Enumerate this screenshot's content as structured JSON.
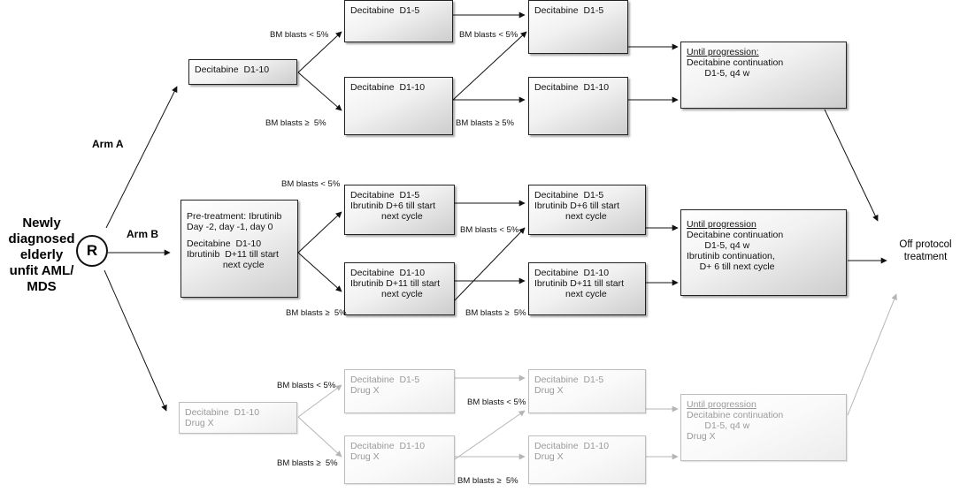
{
  "population": [
    "Newly",
    "diagnosed",
    "elderly",
    "unfit AML/",
    "MDS"
  ],
  "randomize": "R",
  "arms": {
    "a": "Arm A",
    "b": "Arm B"
  },
  "off_protocol": [
    "Off protocol",
    "treatment"
  ],
  "boxes": {
    "a_start": [
      "Decitabine  D1-10"
    ],
    "a_r1_lo": [
      "Decitabine  D1-5"
    ],
    "a_r1_hi": [
      "Decitabine  D1-10"
    ],
    "a_r2_lo": [
      "Decitabine  D1-5"
    ],
    "a_r2_hi": [
      "Decitabine  D1-10"
    ],
    "a_final": [
      "Until progression:",
      "Decitabine continuation",
      "       D1-5, q4 w"
    ],
    "b_start": [
      "Pre-treatment: Ibrutinib",
      "Day -2, day -1, day 0",
      "",
      "Decitabine  D1-10",
      "Ibrutinib  D+11 till start",
      "              next cycle"
    ],
    "b_r1_lo": [
      "Decitabine  D1-5",
      "Ibrutinib D+6 till start",
      "            next cycle"
    ],
    "b_r1_hi": [
      "Decitabine  D1-10",
      "Ibrutinib D+11 till start",
      "            next cycle"
    ],
    "b_r2_lo": [
      "Decitabine  D1-5",
      "Ibrutinib D+6 till start",
      "            next cycle"
    ],
    "b_r2_hi": [
      "Decitabine  D1-10",
      "Ibrutinib D+11 till start",
      "            next cycle"
    ],
    "b_final": [
      "Until progression",
      "Decitabine continuation",
      "       D1-5, q4 w",
      "Ibrutinib continuation,",
      "     D+ 6 till next cycle"
    ],
    "x_start": [
      "Decitabine  D1-10",
      "Drug X"
    ],
    "x_r1_lo": [
      "Decitabine  D1-5",
      "Drug X"
    ],
    "x_r1_hi": [
      "Decitabine  D1-10",
      "Drug X"
    ],
    "x_r2_lo": [
      "Decitabine  D1-5",
      "Drug X"
    ],
    "x_r2_hi": [
      "Decitabine  D1-10",
      "Drug X"
    ],
    "x_final": [
      "Until progression",
      "Decitabine continuation",
      "       D1-5, q4 w",
      "Drug X"
    ]
  },
  "labels": {
    "a_r1_lo": "BM blasts < 5%",
    "a_r1_hi": "BM blasts ≥  5%",
    "a_r2_lo": "BM blasts < 5%",
    "a_r2_hi": "BM blasts ≥ 5%",
    "b_r1_lo": "BM blasts < 5%",
    "b_r1_hi": "BM blasts ≥  5%",
    "b_r2_lo": "BM blasts < 5%",
    "b_r2_hi": "BM blasts ≥  5%",
    "x_r1_lo": "BM blasts < 5%",
    "x_r1_hi": "BM blasts ≥  5%",
    "x_r2_lo": "BM blasts < 5%",
    "x_r2_hi": "BM blasts ≥  5%"
  },
  "colors": {
    "line": "#111111",
    "grey_line": "#b5b5b5",
    "grey_text": "#9a9a9a"
  }
}
